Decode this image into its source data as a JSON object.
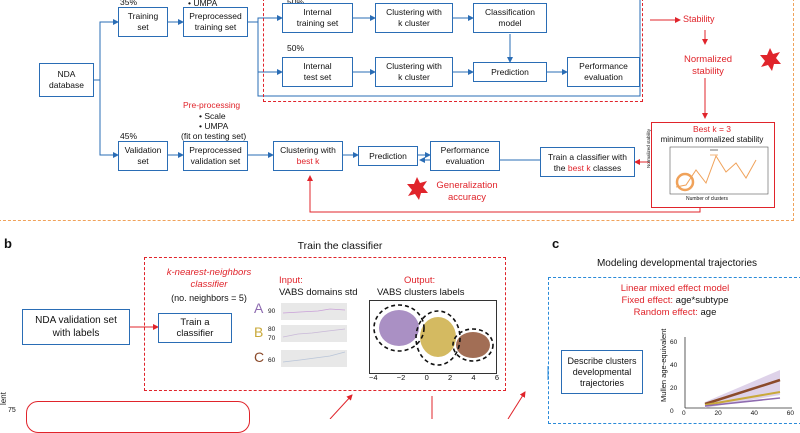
{
  "panel_a": {
    "pct_top": "35%",
    "pct_mid": "50%",
    "pct_mid2": "50%",
    "pct_val": "45%",
    "nda": "NDA\ndatabase",
    "training_set": "Training\nset",
    "umpa_top": "• UMPA",
    "preprocessed_training": "Preprocessed\ntraining set",
    "internal_training": "Internal\ntraining set",
    "clustering_k": "Clustering with\nk cluster",
    "classification_model": "Classification\nmodel",
    "internal_test": "Internal\ntest set",
    "clustering_k2": "Clustering with\nk cluster",
    "prediction": "Prediction",
    "performance_eval": "Performance\nevaluation",
    "stability": "Stability",
    "normalized_stability": "Normalized\nstability",
    "preprocessing_title": "Pre-processing",
    "preprocessing_items": [
      "• Scale",
      "• UMPA",
      "(fit on testing set)"
    ],
    "validation_set": "Validation\nset",
    "preprocessed_validation": "Preprocessed\nvalidation set",
    "clustering_best": "Clustering with",
    "best_k": "best k",
    "prediction2": "Prediction",
    "performance_eval2": "Performance\nevaluation",
    "train_classifier": "Train a classifier with\nthe",
    "best_k_classes": "best k",
    "classes": " classes",
    "generalization": "Generalization\naccuracy",
    "inset_title_red": "Best k = 3",
    "inset_title": "minimum normalized stability",
    "inset_xlabel": "Number of clusters",
    "inset_ylabel": "Normalized stability"
  },
  "panel_b": {
    "letter": "b",
    "title": "Train the classifier",
    "knn_title": "k-nearest-neighbors\nclassifier",
    "knn_param": "(no. neighbors = 5)",
    "input_label": "Input:",
    "input_sub": "VABS domains std",
    "output_label": "Output:",
    "output_sub": "VABS clusters labels",
    "nda_validation": "NDA validation set\nwith labels",
    "train_a_classifier": "Train a\nclassifier",
    "groups": [
      {
        "letter": "A",
        "ticks": [
          "90"
        ],
        "color": "#8e6bb0"
      },
      {
        "letter": "B",
        "ticks": [
          "80",
          "70"
        ],
        "color": "#c9a93a"
      },
      {
        "letter": "C",
        "ticks": [
          "60"
        ],
        "color": "#8b4a2a"
      }
    ],
    "scatter_xticks": [
      "−4",
      "−2",
      "0",
      "2",
      "4",
      "6"
    ],
    "left_axis_tick": "75",
    "left_axis_label": "lent"
  },
  "panel_c": {
    "letter": "c",
    "title": "Modeling developmental trajectories",
    "lme_title": "Linear mixed effect model",
    "fixed_label": "Fixed effect:",
    "fixed_value": " age*subtype",
    "random_label": "Random effect:",
    "random_value": " age",
    "describe": "Describe clusters\ndevelopmental\ntrajectories",
    "ylabel": "Mullen age-equivalent",
    "yticks": [
      "60",
      "40",
      "20",
      "0"
    ],
    "xticks": [
      "0",
      "20",
      "40",
      "60"
    ]
  },
  "colors": {
    "blue": "#2a6db5",
    "red": "#e0242b",
    "orange": "#f0a25a",
    "purple": "#8e6bb0",
    "gold": "#c9a93a",
    "brown": "#8b4a2a"
  }
}
